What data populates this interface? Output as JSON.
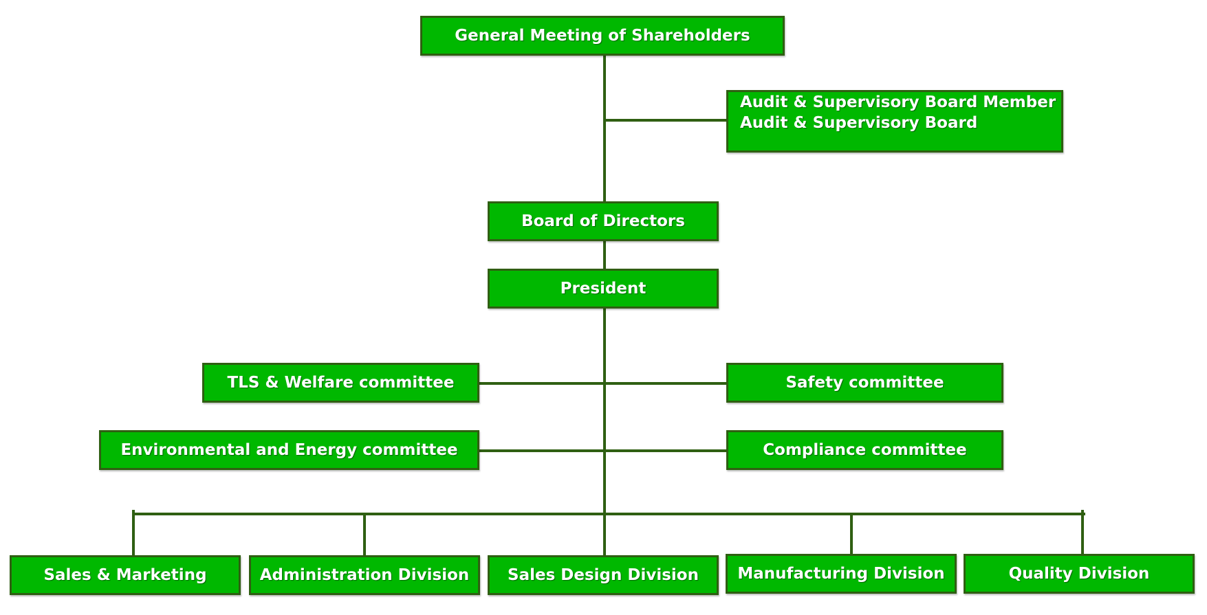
{
  "colors": {
    "box_fill": "#00b800",
    "box_border": "#2f5f12",
    "connector": "#2f5f12",
    "text": "#ffffff"
  },
  "nodes": {
    "shareholders": "General Meeting of Shareholders",
    "audit_line1": "Audit & Supervisory Board Member",
    "audit_line2": "Audit & Supervisory Board",
    "board": "Board of Directors",
    "president": "President",
    "tls": "TLS & Welfare committee",
    "safety": "Safety committee",
    "environment": "Environmental and Energy committee",
    "compliance": "Compliance committee",
    "sales_marketing": "Sales & Marketing",
    "administration": "Administration Division",
    "sales_design": "Sales Design Division",
    "manufacturing": "Manufacturing Division",
    "quality": "Quality Division"
  }
}
